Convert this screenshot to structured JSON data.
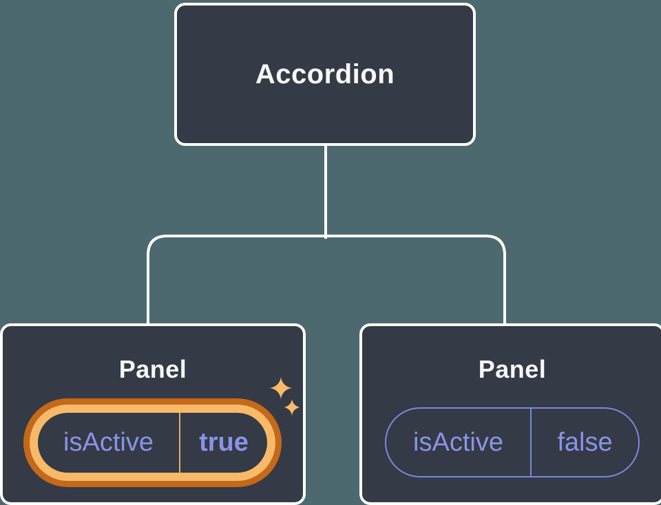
{
  "tree": {
    "root": {
      "label": "Accordion"
    },
    "panels": [
      {
        "title": "Panel",
        "prop_name": "isActive",
        "prop_value": "true",
        "highlighted": true
      },
      {
        "title": "Panel",
        "prop_name": "isActive",
        "prop_value": "false",
        "highlighted": false
      }
    ]
  },
  "icons": {
    "sparkles": "sparkles-icon"
  },
  "colors": {
    "bg": "#4d6970",
    "card": "#343a46",
    "line": "#ffffff",
    "text": "#f6f7f9",
    "purple": "#8b93e8",
    "purple2": "#7d88e0",
    "gold": "#f8ba68",
    "orange": "#c4691a",
    "golddiv": "#e9ad5c"
  }
}
